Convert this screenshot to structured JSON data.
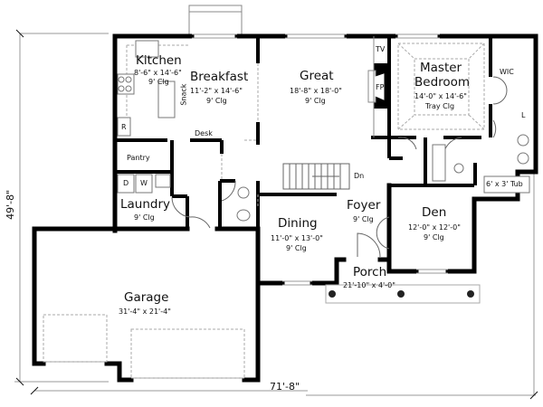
{
  "plan": {
    "overall_width": "71'-8\"",
    "overall_depth": "49'-8\"",
    "rooms": {
      "kitchen": {
        "name": "Kitchen",
        "size": "8'-6\" x 14'-6\"",
        "ceiling": "9' Clg"
      },
      "breakfast": {
        "name": "Breakfast",
        "size": "11'-2\" x 14'-6\"",
        "ceiling": "9' Clg"
      },
      "great": {
        "name": "Great",
        "size": "18'-8\" x 18'-0\"",
        "ceiling": "9' Clg"
      },
      "master": {
        "name_line1": "Master",
        "name_line2": "Bedroom",
        "size": "14'-0\" x 14'-6\"",
        "ceiling": "Tray Clg"
      },
      "laundry": {
        "name": "Laundry",
        "ceiling": "9' Clg"
      },
      "dining": {
        "name": "Dining",
        "size": "11'-0\" x 13'-0\"",
        "ceiling": "9' Clg"
      },
      "foyer": {
        "name": "Foyer",
        "ceiling": "9' Clg"
      },
      "den": {
        "name": "Den",
        "size": "12'-0\" x 12'-0\"",
        "ceiling": "9' Clg"
      },
      "porch": {
        "name": "Porch",
        "size": "21'-10\" x 4'-0\""
      },
      "garage": {
        "name": "Garage",
        "size": "31'-4\" x 21'-4\""
      }
    },
    "fixtures": {
      "snack": "Snack",
      "desk": "Desk",
      "pantry": "Pantry",
      "refrigerator": "R",
      "dryer": "D",
      "washer": "W",
      "tv": "TV",
      "fireplace": "FP",
      "wic": "WIC",
      "linen": "L",
      "tub": "6' x 3' Tub",
      "stairs_down": "Dn"
    }
  }
}
